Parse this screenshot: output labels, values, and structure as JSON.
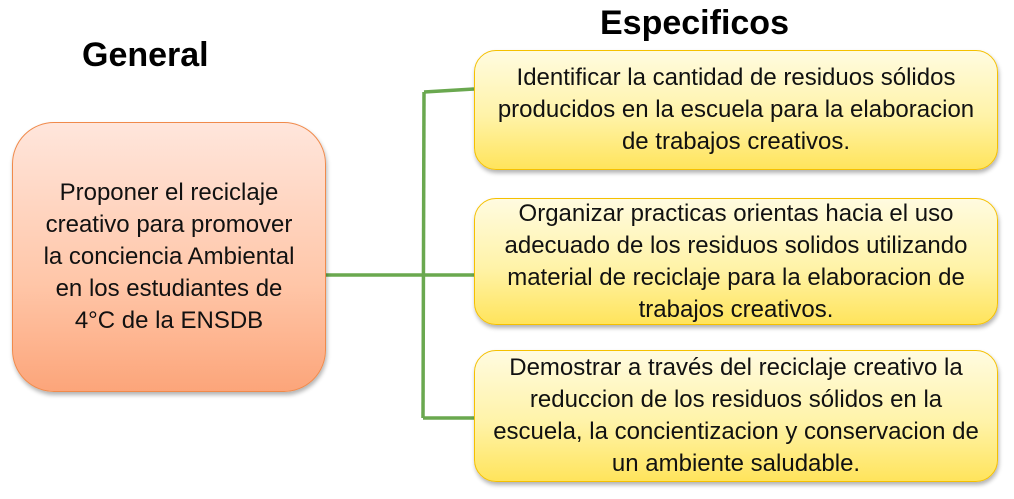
{
  "general": {
    "title": "General",
    "text": "Proponer el reciclaje creativo para promover la conciencia Ambiental en los estudiantes de 4°C de la ENSDB"
  },
  "especificos": {
    "title": "Especificos",
    "items": [
      {
        "text": "Identificar la cantidad de residuos sólidos producidos en la escuela para la elaboracion de trabajos creativos."
      },
      {
        "text": "Organizar practicas orientas hacia el uso adecuado de los residuos solidos utilizando material de reciclaje para la elaboracion de trabajos creativos."
      },
      {
        "text": "Demostrar a través del reciclaje creativo la reduccion de los residuos sólidos en la escuela, la concientizacion y conservacion de un ambiente saludable."
      }
    ]
  },
  "colors": {
    "connector": "#6aa84f",
    "general_border": "#f08a4b",
    "spec_border": "#f5c000"
  }
}
